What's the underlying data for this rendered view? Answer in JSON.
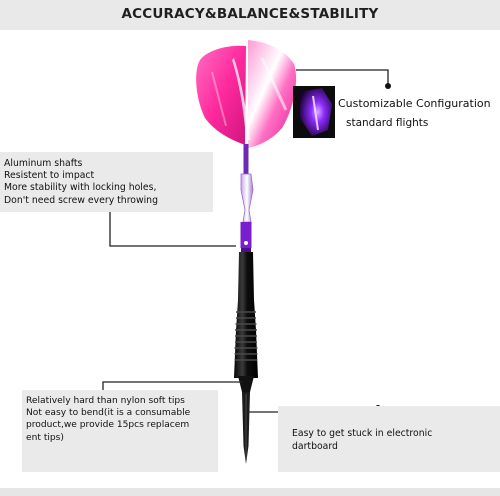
{
  "banner": {
    "title": "ACCURACY&BALANCE&STABILITY"
  },
  "configuration": {
    "title": "Customizable Configuration",
    "subtitle": "standard flights",
    "icon": "flight-thumbnail-icon"
  },
  "shaft_box": {
    "lines": [
      "Aluminum shafts",
      "Resistent to impact",
      "More stability with locking holes,",
      "Don't need screw every throwing"
    ]
  },
  "tip_box": {
    "lines": [
      "Relatively hard than nylon soft tips",
      "Not easy to bend(it is a consumable",
      "product,we provide 15pcs replacem",
      "ent tips)"
    ]
  },
  "stuck_box": {
    "lines": [
      "Easy to get stuck in electronic",
      "dartboard"
    ]
  },
  "colors": {
    "flight_pink": "#ff3fa8",
    "shaft_purple": "#8a2be2",
    "barrel_black": "#151515",
    "box_gray": "#eaeaea",
    "banner_gray": "#e9e9e9"
  }
}
